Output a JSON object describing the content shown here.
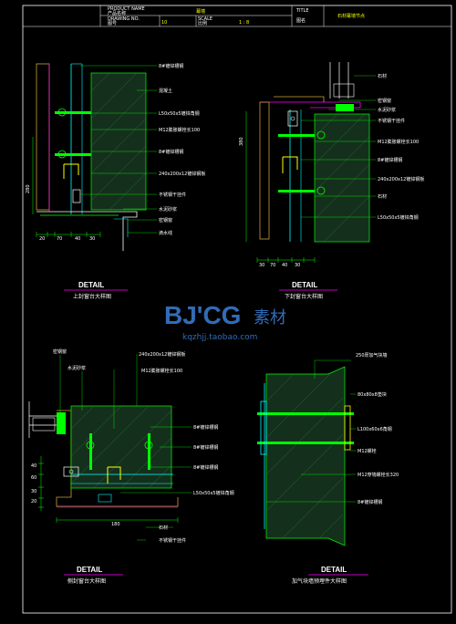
{
  "title_block": {
    "product_name_en": "PRODUCT NAME",
    "product_name_cn": "产品名称",
    "product_value": "幕墙",
    "drawing_no_en": "DRAWING NO.",
    "drawing_no_cn": "图号",
    "drawing_value": "10",
    "scale_en": "SCALE",
    "scale_cn": "比例",
    "scale_value": "1 : 8",
    "title_en": "TITLE",
    "title_cn": "图名",
    "title_value": "石材幕墙节点"
  },
  "panels": [
    {
      "detail": "DETAIL",
      "caption": "上封窗台大样图",
      "labels": [
        "8#镀锌槽钢",
        "混凝土",
        "L50x50x5镀锌角钢",
        "M12膨胀螺栓长100",
        "8#镀锌槽钢",
        "240x200x12镀锌钢板",
        "不锈钢干挂件",
        "水泥砂浆",
        "密钢窗",
        "滴水线"
      ],
      "dims": [
        "280",
        "20",
        "70",
        "40",
        "30"
      ]
    },
    {
      "detail": "DETAIL",
      "caption": "下封窗台大样图",
      "labels": [
        "石材",
        "密钢窗",
        "水泥砂浆",
        "不锈钢干挂件",
        "M12膨胀螺栓长100",
        "8#镀锌槽钢",
        "240x200x12镀锌钢板",
        "石材",
        "L50x50x5镀锌角钢"
      ],
      "dims": [
        "380",
        "30",
        "70",
        "40",
        "30"
      ]
    },
    {
      "detail": "DETAIL",
      "caption": "侧封窗台大样图",
      "labels": [
        "密钢窗",
        "水泥砂浆",
        "240x200x12镀锌钢板",
        "M12膨胀螺栓长100",
        "8#镀锌槽钢",
        "8#镀锌槽钢",
        "8#镀锌槽钢",
        "L50x50x5镀锌角钢",
        "石材",
        "不锈钢干挂件"
      ],
      "dims": [
        "40",
        "60",
        "30",
        "20",
        "180"
      ]
    },
    {
      "detail": "DETAIL",
      "caption": "加气块墙预埋件大样图",
      "labels": [
        "250厚加气块墙",
        "80x80x8垫块",
        "L100x60x6角钢",
        "M12螺栓",
        "M12穿墙螺栓长320",
        "8#镀锌槽钢"
      ],
      "dims": []
    }
  ],
  "watermark": {
    "brand": "BJ'CG",
    "brand_cn": "素材",
    "url": "kqzhjj.taobao.com"
  }
}
